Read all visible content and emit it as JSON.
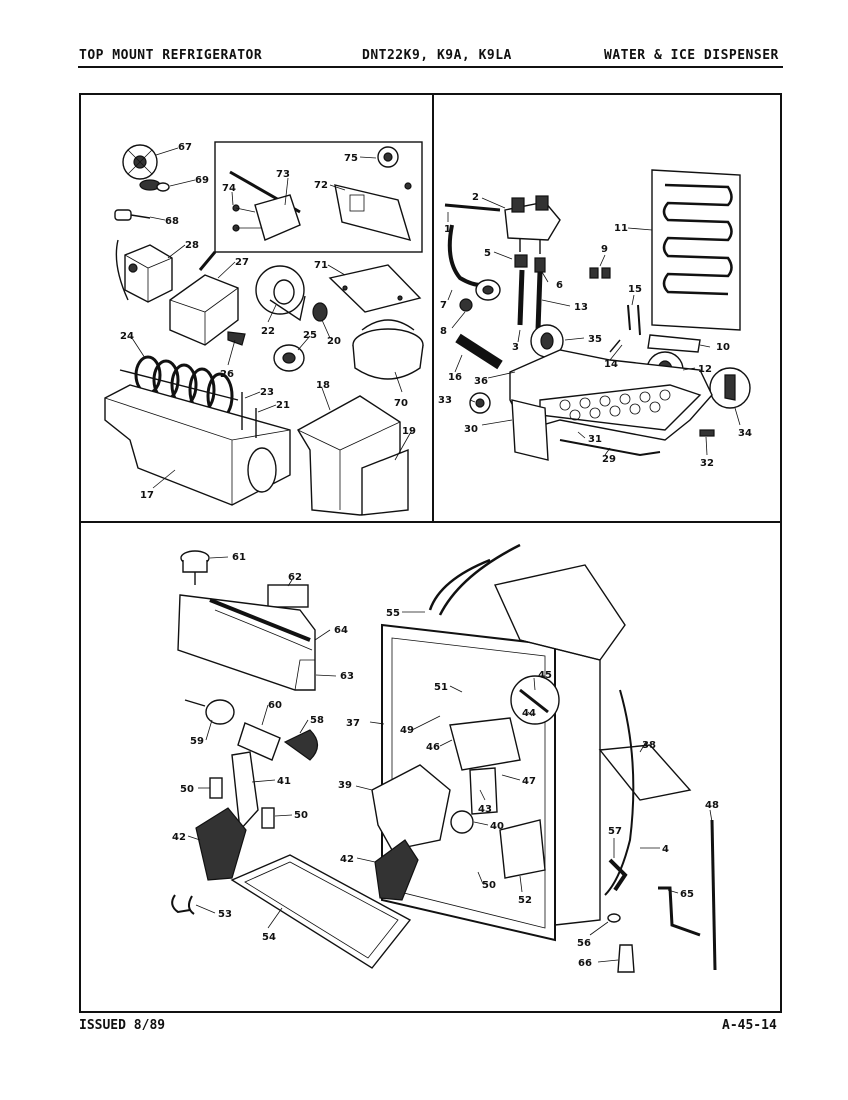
{
  "header": {
    "left": "TOP MOUNT REFRIGERATOR",
    "center": "DNT22K9, K9A, K9LA",
    "right": "WATER & ICE DISPENSER"
  },
  "footer": {
    "left": "ISSUED 8/89",
    "right": "A-45-14"
  },
  "callouts": [
    {
      "id": "c67",
      "label": "67"
    },
    {
      "id": "c69",
      "label": "69"
    },
    {
      "id": "c68",
      "label": "68"
    },
    {
      "id": "c73",
      "label": "73"
    },
    {
      "id": "c74",
      "label": "74"
    },
    {
      "id": "c72",
      "label": "72"
    },
    {
      "id": "c75",
      "label": "75"
    },
    {
      "id": "c28",
      "label": "28"
    },
    {
      "id": "c27",
      "label": "27"
    },
    {
      "id": "c71",
      "label": "71"
    },
    {
      "id": "c22",
      "label": "22"
    },
    {
      "id": "c25",
      "label": "25"
    },
    {
      "id": "c20",
      "label": "20"
    },
    {
      "id": "c24",
      "label": "24"
    },
    {
      "id": "c26",
      "label": "26"
    },
    {
      "id": "c23",
      "label": "23"
    },
    {
      "id": "c21",
      "label": "21"
    },
    {
      "id": "c18",
      "label": "18"
    },
    {
      "id": "c70",
      "label": "70"
    },
    {
      "id": "c19",
      "label": "19"
    },
    {
      "id": "c17",
      "label": "17"
    },
    {
      "id": "c2",
      "label": "2"
    },
    {
      "id": "c1",
      "label": "1"
    },
    {
      "id": "c11",
      "label": "11"
    },
    {
      "id": "c9",
      "label": "9"
    },
    {
      "id": "c5",
      "label": "5"
    },
    {
      "id": "c6",
      "label": "6"
    },
    {
      "id": "c7",
      "label": "7"
    },
    {
      "id": "c15",
      "label": "15"
    },
    {
      "id": "c13",
      "label": "13"
    },
    {
      "id": "c8",
      "label": "8"
    },
    {
      "id": "c35",
      "label": "35"
    },
    {
      "id": "c14",
      "label": "14"
    },
    {
      "id": "c10",
      "label": "10"
    },
    {
      "id": "c3",
      "label": "3"
    },
    {
      "id": "c16",
      "label": "16"
    },
    {
      "id": "c36",
      "label": "36"
    },
    {
      "id": "c12",
      "label": "12"
    },
    {
      "id": "c33",
      "label": "33"
    },
    {
      "id": "c34",
      "label": "34"
    },
    {
      "id": "c30",
      "label": "30"
    },
    {
      "id": "c31",
      "label": "31"
    },
    {
      "id": "c29",
      "label": "29"
    },
    {
      "id": "c32",
      "label": "32"
    },
    {
      "id": "c61",
      "label": "61"
    },
    {
      "id": "c62",
      "label": "62"
    },
    {
      "id": "c64",
      "label": "64"
    },
    {
      "id": "c63",
      "label": "63"
    },
    {
      "id": "c60",
      "label": "60"
    },
    {
      "id": "c58",
      "label": "58"
    },
    {
      "id": "c59",
      "label": "59"
    },
    {
      "id": "c41",
      "label": "41"
    },
    {
      "id": "c50a",
      "label": "50"
    },
    {
      "id": "c50b",
      "label": "50"
    },
    {
      "id": "c42a",
      "label": "42"
    },
    {
      "id": "c53",
      "label": "53"
    },
    {
      "id": "c54",
      "label": "54"
    },
    {
      "id": "c55",
      "label": "55"
    },
    {
      "id": "c45",
      "label": "45"
    },
    {
      "id": "c51",
      "label": "51"
    },
    {
      "id": "c44",
      "label": "44"
    },
    {
      "id": "c37",
      "label": "37"
    },
    {
      "id": "c49",
      "label": "49"
    },
    {
      "id": "c46",
      "label": "46"
    },
    {
      "id": "c38",
      "label": "38"
    },
    {
      "id": "c47",
      "label": "47"
    },
    {
      "id": "c39",
      "label": "39"
    },
    {
      "id": "c43",
      "label": "43"
    },
    {
      "id": "c48",
      "label": "48"
    },
    {
      "id": "c40",
      "label": "40"
    },
    {
      "id": "c57",
      "label": "57"
    },
    {
      "id": "c4",
      "label": "4"
    },
    {
      "id": "c42b",
      "label": "42"
    },
    {
      "id": "c50c",
      "label": "50"
    },
    {
      "id": "c52",
      "label": "52"
    },
    {
      "id": "c65",
      "label": "65"
    },
    {
      "id": "c56",
      "label": "56"
    },
    {
      "id": "c66",
      "label": "66"
    }
  ]
}
